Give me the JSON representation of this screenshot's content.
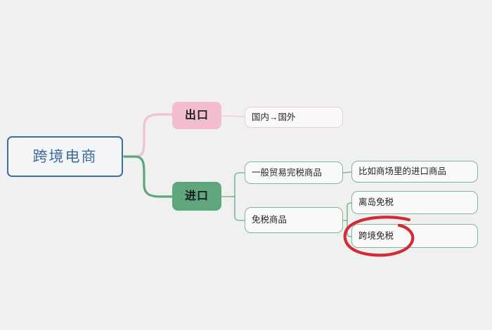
{
  "diagram": {
    "type": "mind-map",
    "background_color": "#f0f0f0",
    "root": {
      "label": "跨境电商",
      "border_color": "#3e6d9e",
      "text_color": "#3d6b9c"
    },
    "branches": [
      {
        "id": "export",
        "label": "出口",
        "accent_color": "#f2bdcd",
        "children": [
          {
            "id": "export-flow",
            "label": "国内→国外",
            "border_color": "#f0cbd7"
          }
        ]
      },
      {
        "id": "import",
        "label": "进口",
        "accent_color": "#5fa67f",
        "children": [
          {
            "id": "general-trade",
            "label": "一般贸易完税商品",
            "border_color": "#7fb894",
            "children": [
              {
                "id": "mall-goods",
                "label": "比如商场里的进口商品"
              }
            ]
          },
          {
            "id": "duty-free",
            "label": "免税商品",
            "border_color": "#7fb894",
            "children": [
              {
                "id": "offshore-duty-free",
                "label": "离岛免税"
              },
              {
                "id": "cross-border-duty-free",
                "label": "跨境免税",
                "highlighted": true
              }
            ]
          }
        ]
      }
    ],
    "annotation": {
      "shape": "hand-drawn-ellipse",
      "color": "#d42a35",
      "targets": "跨境免税"
    }
  }
}
